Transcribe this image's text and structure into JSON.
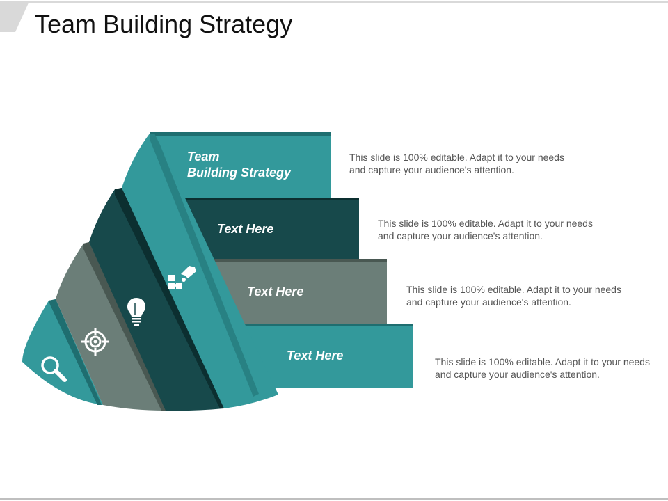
{
  "slide": {
    "title": "Team Building Strategy"
  },
  "colors": {
    "teal": "#33999b",
    "dark_teal": "#17494b",
    "slate": "#6b7e78",
    "white": "#ffffff"
  },
  "steps": [
    {
      "label_line1": "Team",
      "label_line2": "Building Strategy",
      "description": "This slide is 100% editable. Adapt it to your needs and capture your audience's attention.",
      "color": "#33999b",
      "icon": "puzzle-hand-icon"
    },
    {
      "label_line1": "Text Here",
      "description": "This slide is 100% editable. Adapt it to your needs and capture your audience's attention.",
      "color": "#17494b",
      "icon": "lightbulb-icon"
    },
    {
      "label_line1": "Text Here",
      "description": "This slide is 100% editable. Adapt it to your needs and capture your audience's attention.",
      "color": "#6b7e78",
      "icon": "target-icon"
    },
    {
      "label_line1": "Text Here",
      "description": "This slide is 100% editable. Adapt it to your needs and capture your audience's attention.",
      "color": "#33999b",
      "icon": "magnifier-icon"
    }
  ]
}
